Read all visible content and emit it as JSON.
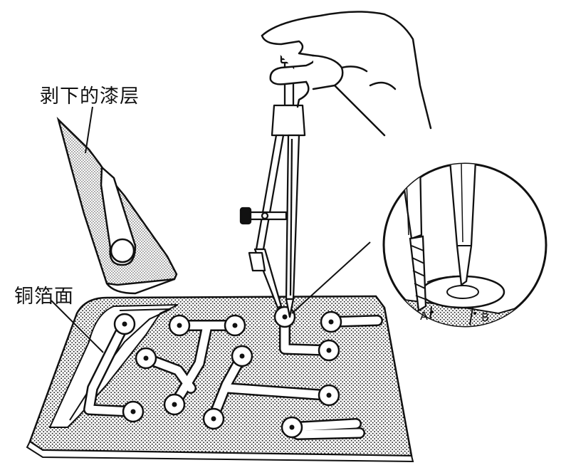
{
  "labels": {
    "peeled_paint": "剥下的漆层",
    "copper_foil": "铜箔面",
    "point_a": "A",
    "point_b": "B"
  },
  "colors": {
    "ink": "#111111",
    "paper": "#ffffff",
    "stipple_dot": "#222222"
  },
  "icons": {
    "hand": "hand-icon",
    "compass": "compass-cutter-icon",
    "magnifier": "magnified-detail-icon"
  }
}
